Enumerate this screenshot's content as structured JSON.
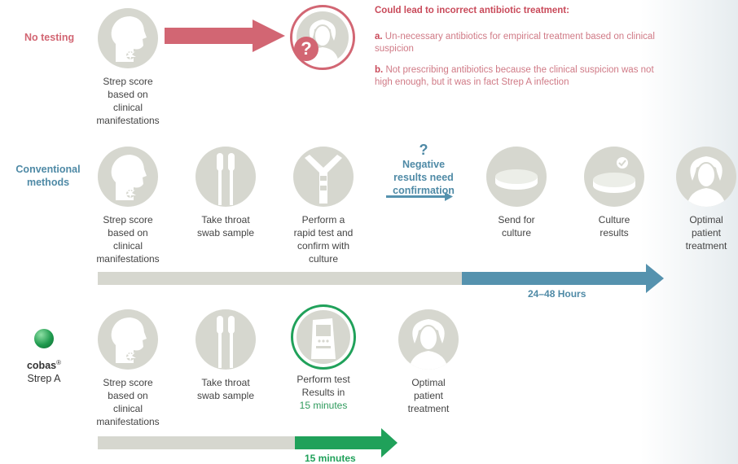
{
  "colors": {
    "red": "#d26673",
    "blue": "#5592ae",
    "green": "#20a15a",
    "grey": "#d6d7cf",
    "icon": "#ffffff"
  },
  "rows": {
    "no_testing": {
      "label": "No testing",
      "step1": "Strep score\nbased on\nclinical\nmanifestations",
      "title": "Could lead to incorrect antibiotic treatment:",
      "reason_a_prefix": "a.",
      "reason_a": "Un-necessary antibiotics for empirical treatment based on clinical suspicion",
      "reason_b_prefix": "b.",
      "reason_b": "Not prescribing antibiotics because the clinical suspicion was not high enough, but it was in fact Strep A infection"
    },
    "conventional": {
      "label": "Conventional\nmethods",
      "step1": "Strep score\nbased on\nclinical\nmanifestations",
      "step2": "Take throat\nswab sample",
      "step3": "Perform a\nrapid test and\nconfirm with\nculture",
      "note_q": "?",
      "note": "Negative\nresults need\nconfirmation",
      "step4": "Send for\nculture",
      "step5": "Culture\nresults",
      "step6": "Optimal\npatient\ntreatment",
      "time_label": "24–48 Hours"
    },
    "cobas": {
      "brand": "cobas",
      "reg": "®",
      "product": "Strep A",
      "step1": "Strep score\nbased on\nclinical\nmanifestations",
      "step2": "Take throat\nswab sample",
      "step3": "Perform test\nResults in",
      "step3_highlight": "15 minutes",
      "step4": "Optimal\npatient\ntreatment",
      "time_label": "15 minutes"
    }
  }
}
